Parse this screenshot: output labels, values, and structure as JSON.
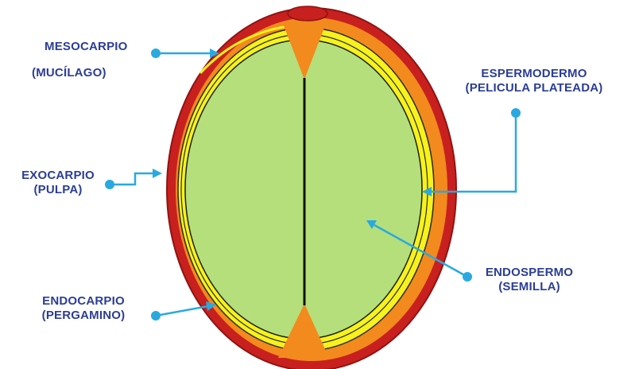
{
  "labels": {
    "mesocarpio_line1": "MESOCARPIO",
    "mesocarpio_line2": "(MUCÍLAGO)",
    "exocarpio_line1": "EXOCARPIO",
    "exocarpio_line2": "(PULPA)",
    "endocarpio_line1": "ENDOCARPIO",
    "endocarpio_line2": "(PERGAMINO)",
    "espermodermo_line1": "ESPERMODERMO",
    "espermodermo_line2": "(PELICULA PLATEADA)",
    "endospermo_line1": "ENDOSPERMO",
    "endospermo_line2": "(SEMILLA)"
  },
  "colors": {
    "exocarp": "#c8201e",
    "mesocarp": "#f28a1e",
    "endocarp": "#f6f21a",
    "endosperm": "#b5df7a",
    "label_text": "#2b3d97",
    "pointer": "#2aa9e0",
    "seam": "#111111"
  }
}
